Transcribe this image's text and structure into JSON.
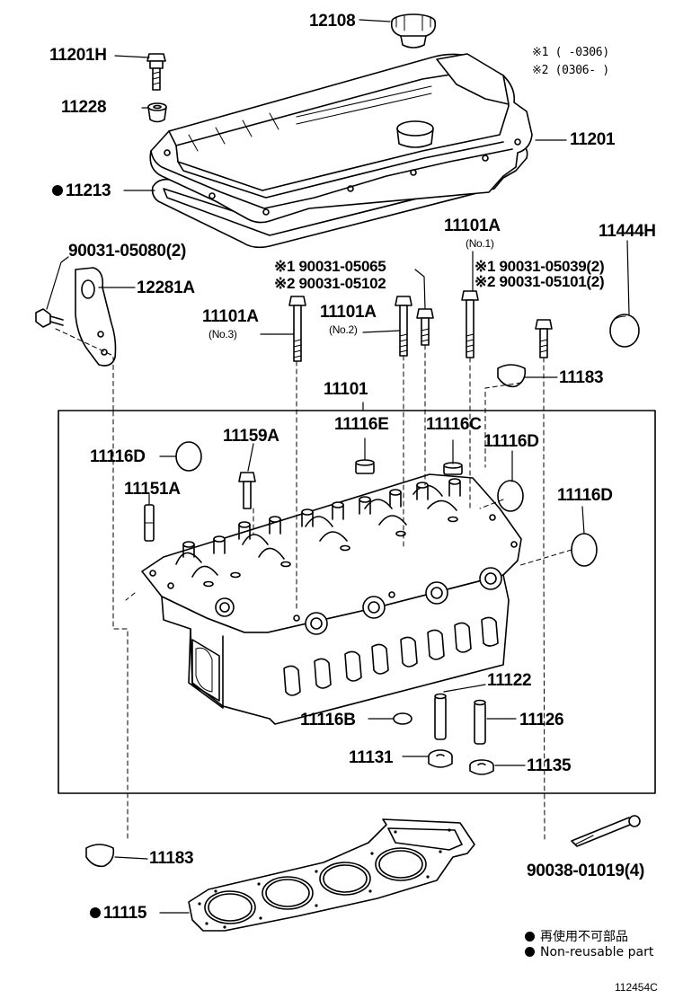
{
  "diagram": {
    "figure_code": "112454C",
    "applicability": {
      "note1": "※1 (        -0306)",
      "note2": "※2 (0306-        )"
    },
    "parts": {
      "p12108": "12108",
      "p11201H": "11201H",
      "p11228": "11228",
      "p11201": "11201",
      "p11213": "11213",
      "p90031_05080": "90031-05080(2)",
      "p12281A": "12281A",
      "p11101A_no1": "11101A",
      "p11101A_no1_sub": "(No.1)",
      "p11444H": "11444H",
      "p90031_05065": "※1 90031-05065",
      "p90031_05102": "※2 90031-05102",
      "p90031_05039": "※1 90031-05039(2)",
      "p90031_05101": "※2 90031-05101(2)",
      "p11101A_no3": "11101A",
      "p11101A_no3_sub": "(No.3)",
      "p11101A_no2": "11101A",
      "p11101A_no2_sub": "(No.2)",
      "p11183_top": "11183",
      "p11101": "11101",
      "p11116E": "11116E",
      "p11116C": "11116C",
      "p11159A": "11159A",
      "p11116D_left": "11116D",
      "p11116D_right1": "11116D",
      "p11151A": "11151A",
      "p11116D_right2": "11116D",
      "p11122": "11122",
      "p11116B": "11116B",
      "p11126": "11126",
      "p11131": "11131",
      "p11135": "11135",
      "p11183_bottom": "11183",
      "p90038_01019": "90038-01019(4)",
      "p11115": "11115"
    },
    "legend": {
      "jp": "再使用不可部品",
      "en": "Non-reusable part"
    }
  }
}
